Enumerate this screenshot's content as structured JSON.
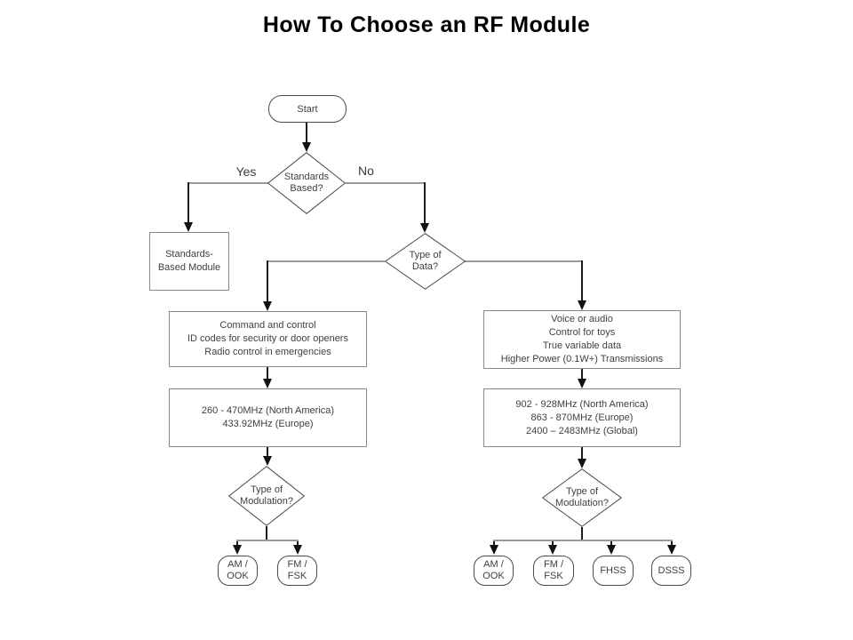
{
  "title": "How To Choose an RF Module",
  "labels": {
    "yes": "Yes",
    "no": "No"
  },
  "nodes": {
    "start": {
      "lines": [
        "Start"
      ]
    },
    "standards_based": {
      "lines": [
        "Standards",
        "Based?"
      ]
    },
    "standards_module": {
      "lines": [
        "Standards-",
        "Based Module"
      ]
    },
    "type_of_data": {
      "lines": [
        "Type of",
        "Data?"
      ]
    },
    "left_applications": {
      "lines": [
        "Command and control",
        "ID codes for security or door openers",
        "Radio control in emergencies"
      ]
    },
    "left_frequencies": {
      "lines": [
        "260 - 470MHz (North America)",
        "433.92MHz (Europe)"
      ]
    },
    "left_modulation": {
      "lines": [
        "Type of",
        "Modulation?"
      ]
    },
    "left_am_ook": {
      "lines": [
        "AM /",
        "OOK"
      ]
    },
    "left_fm_fsk": {
      "lines": [
        "FM /",
        "FSK"
      ]
    },
    "right_applications": {
      "lines": [
        "Voice or audio",
        "Control for toys",
        "True variable data",
        "Higher Power (0.1W+) Transmissions"
      ]
    },
    "right_frequencies": {
      "lines": [
        "902 - 928MHz (North America)",
        "863 - 870MHz (Europe)",
        "2400 – 2483MHz (Global)"
      ]
    },
    "right_modulation": {
      "lines": [
        "Type of",
        "Modulation?"
      ]
    },
    "right_am_ook": {
      "lines": [
        "AM /",
        "OOK"
      ]
    },
    "right_fm_fsk": {
      "lines": [
        "FM /",
        "FSK"
      ]
    },
    "fhss": {
      "lines": [
        "FHSS"
      ]
    },
    "dsss": {
      "lines": [
        "DSSS"
      ]
    }
  },
  "colors": {
    "background": "#ffffff",
    "title_text": "#000000",
    "node_text": "#3f3f3f",
    "process_border": "#8a8a8a",
    "shape_border": "#4a4a4a",
    "connector_horizontal": "#9a9a9a",
    "connector_vertical": "#1c1c1c",
    "arrowhead": "#111111"
  }
}
